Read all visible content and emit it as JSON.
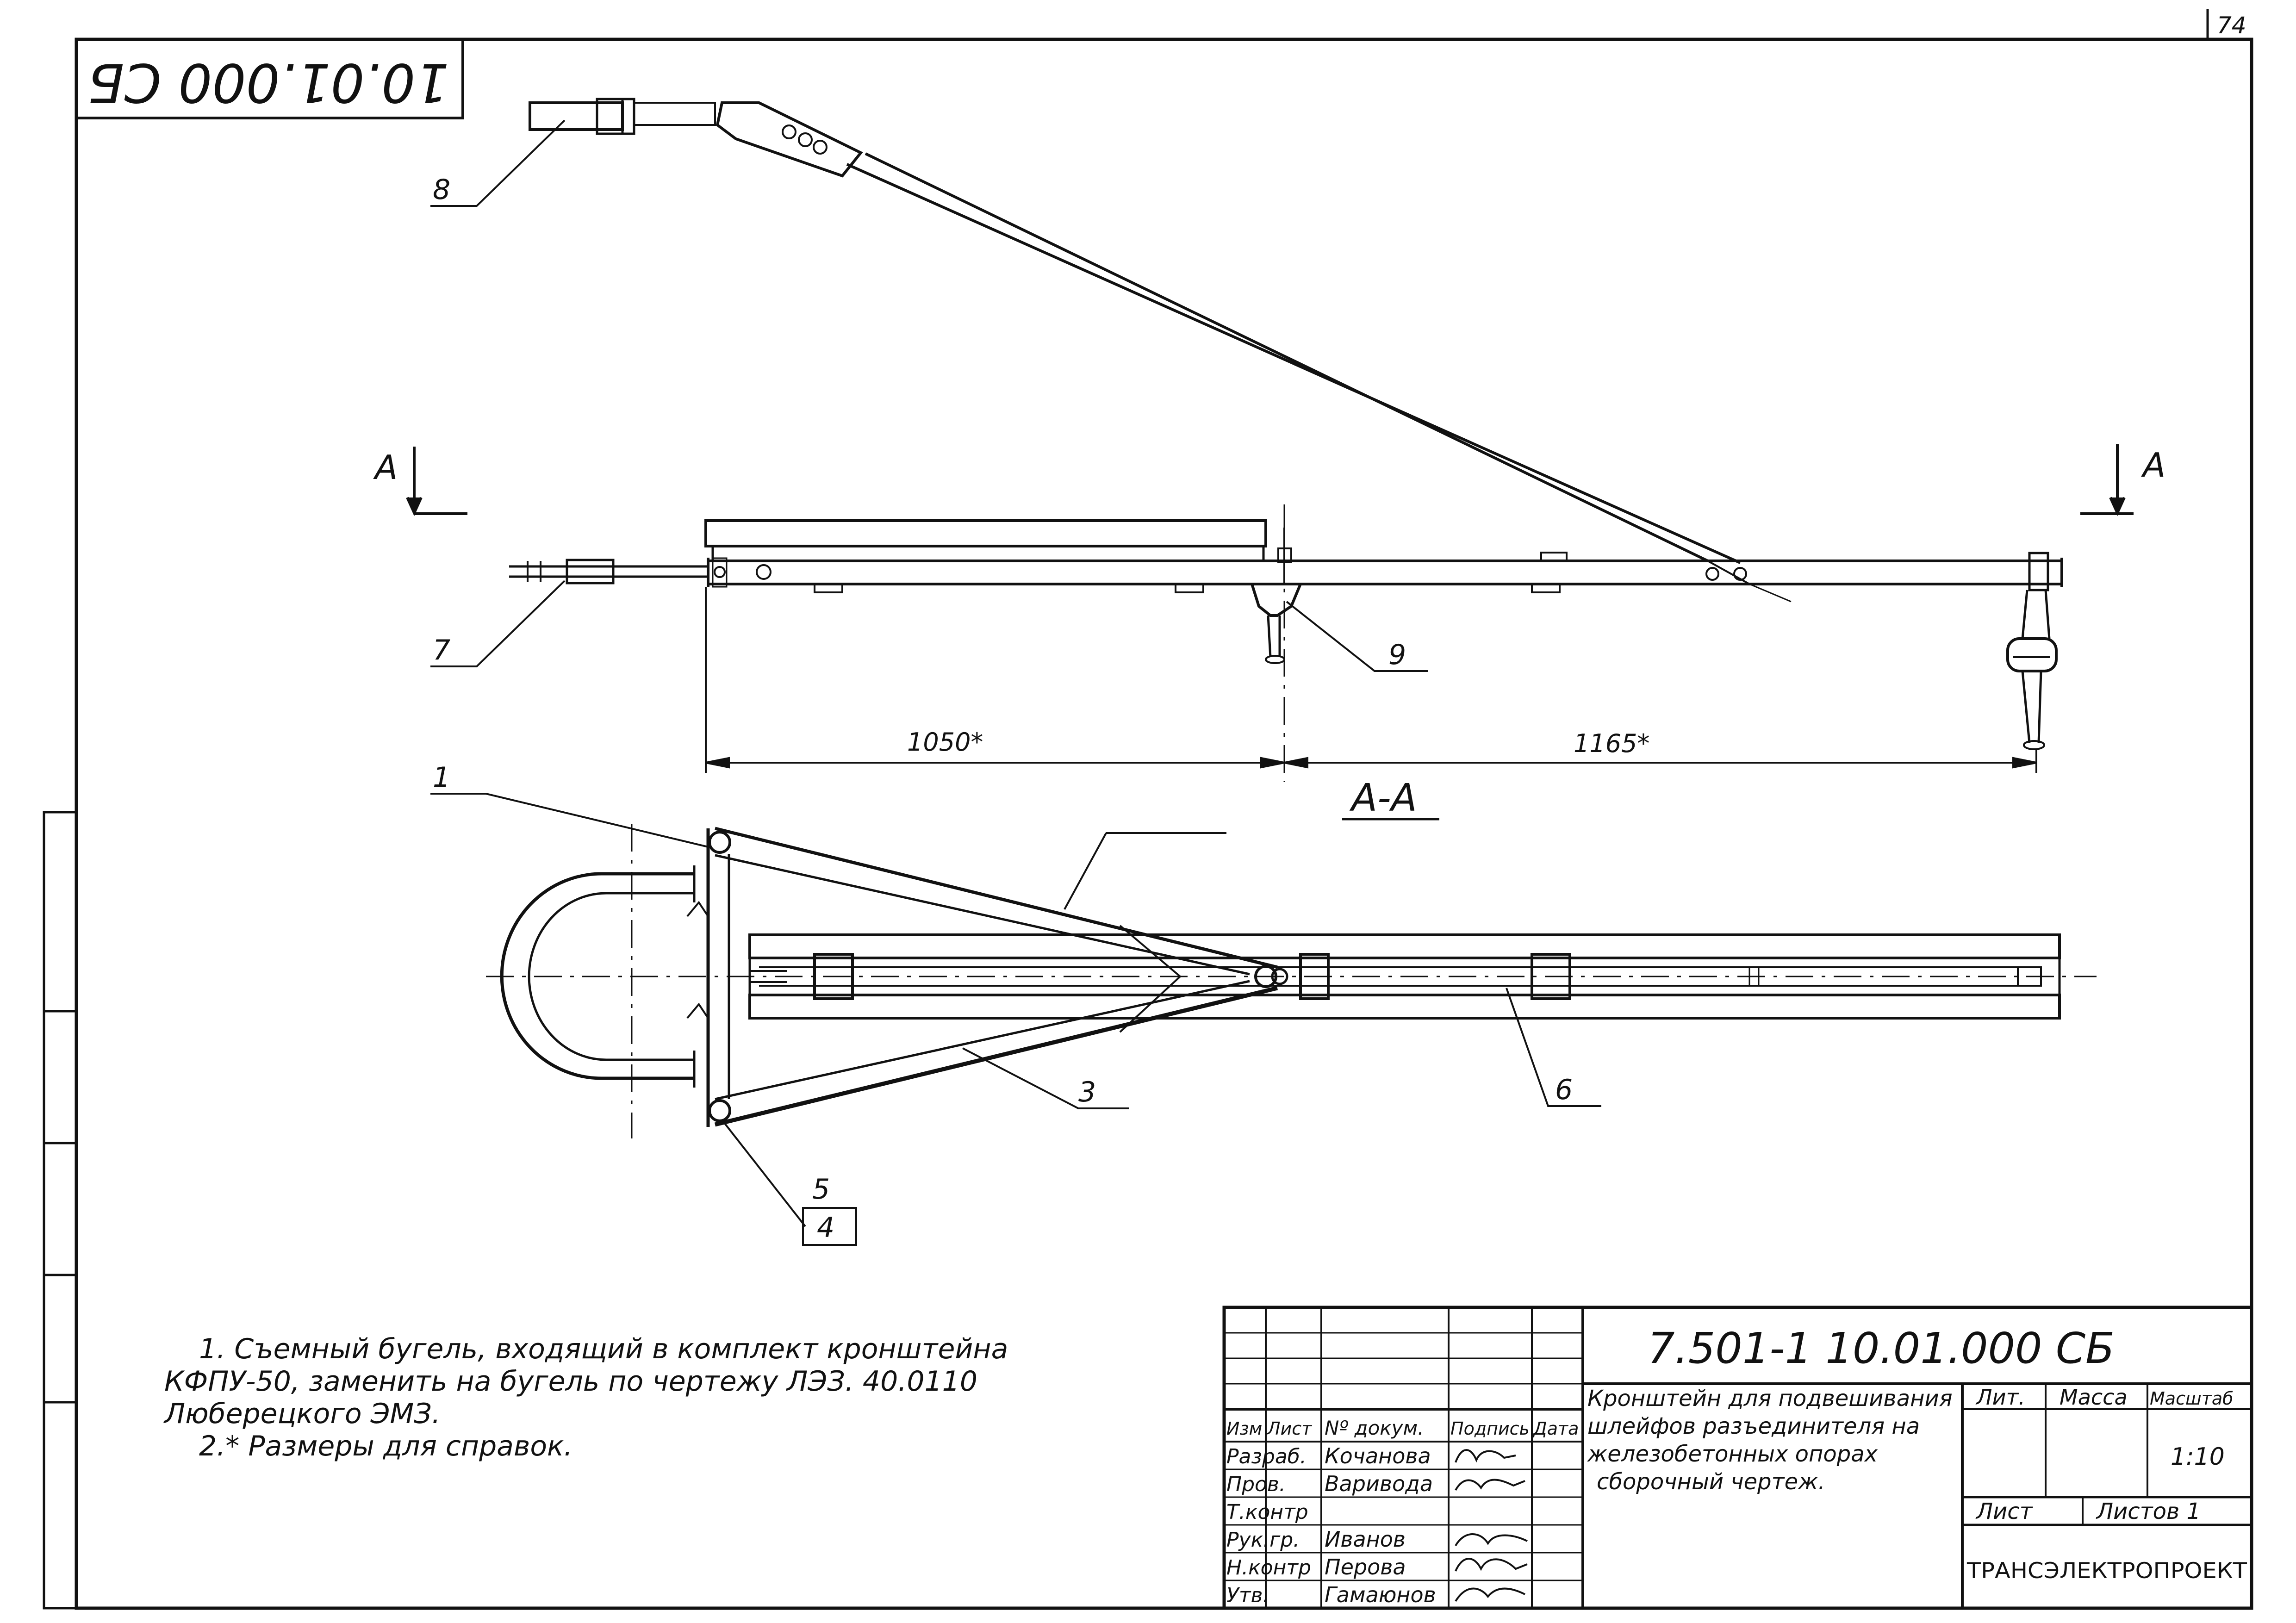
{
  "sheet_number": "74",
  "stamp_code": "10.01.000 СБ",
  "leaders": {
    "p1": "1",
    "p3": "3",
    "p4": "4",
    "p5": "5",
    "p6": "6",
    "p7": "7",
    "p8": "8",
    "p9": "9"
  },
  "section_mark": "А",
  "section_label": "А-А",
  "dimensions": {
    "left": "1050*",
    "right": "1165*"
  },
  "notes": [
    "1. Съемный бугель, входящий в комплект кронштейна",
    "КФПУ-50, заменить на бугель по чертежу ЛЭЗ. 40.0110",
    "Люберецкого ЭМЗ.",
    "2.* Размеры для справок."
  ],
  "title_block": {
    "code": "7.501-1   10.01.000 СБ",
    "headers": {
      "izm": "Изм",
      "list": "Лист",
      "ndoc": "Nº докум.",
      "podpis": "Подпись",
      "data": "Дата"
    },
    "roles": [
      {
        "role": "Разраб.",
        "name": "Кочанова"
      },
      {
        "role": "Пров.",
        "name": "Варивода"
      },
      {
        "role": "Т.контр",
        "name": ""
      },
      {
        "role": "Рук.гр.",
        "name": "Иванов"
      },
      {
        "role": "Н.контр",
        "name": "Перова"
      },
      {
        "role": "Утв.",
        "name": "Гамаюнов"
      }
    ],
    "title_lines": [
      "Кронштейн для подвешивания",
      "шлейфов разъединителя на",
      "железобетонных опорах",
      "сборочный чертеж."
    ],
    "lit_label": "Лит.",
    "mass_label": "Масса",
    "scale_label": "Масштаб",
    "scale_value": "1:10",
    "sheet_label": "Лист",
    "sheets_label": "Листов 1",
    "organization": "ТРАНСЭЛЕКТРОПРОЕКТ"
  }
}
